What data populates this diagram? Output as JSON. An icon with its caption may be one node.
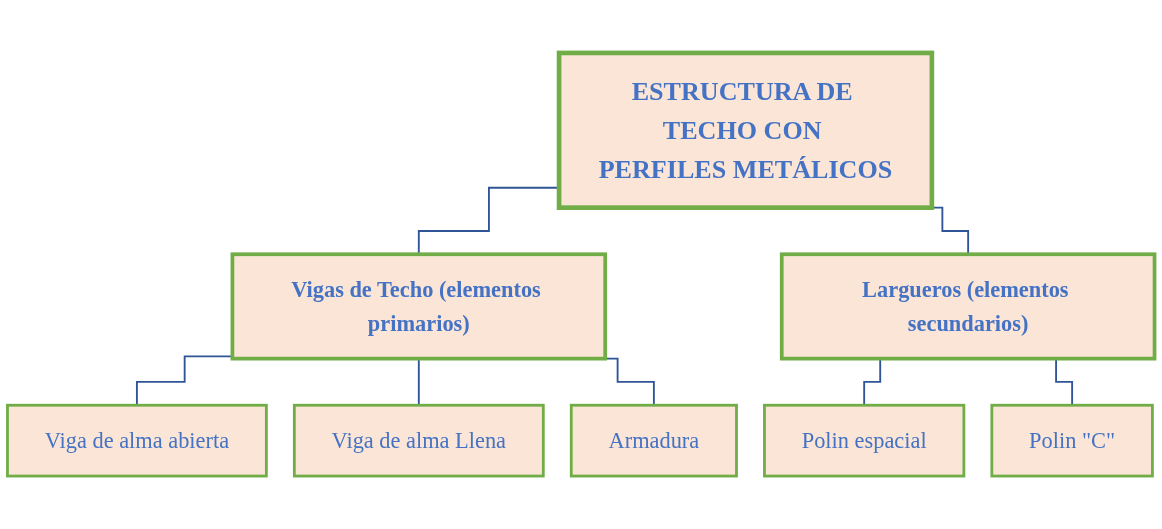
{
  "diagram": {
    "nodes": [
      {
        "text": [
          "ESTRUCTURA DE TECHO CON PERFILES METÁLICOS"
        ]
      },
      {
        "text": [
          "Vigas de Techo (elementos primarios)"
        ]
      },
      {
        "text": [
          "Largueros (elementos secundarios)"
        ]
      },
      {
        "text": [
          "Viga de alma abierta"
        ]
      },
      {
        "text": [
          "Viga de alma Llena"
        ]
      },
      {
        "text": [
          "Armadura"
        ]
      },
      {
        "text": [
          "Polin espacial"
        ]
      },
      {
        "text": [
          "Polin \"C\""
        ]
      }
    ],
    "edges": [
      {
        "from": 0,
        "to": 1,
        "arrow": "none"
      },
      {
        "from": 0,
        "to": 2,
        "arrow": "none"
      },
      {
        "from": 1,
        "to": 3,
        "arrow": "none"
      },
      {
        "from": 1,
        "to": 4,
        "arrow": "none"
      },
      {
        "from": 1,
        "to": 5,
        "arrow": "none"
      },
      {
        "from": 2,
        "to": 6,
        "arrow": "none"
      },
      {
        "from": 2,
        "to": 7,
        "arrow": "none"
      }
    ]
  }
}
